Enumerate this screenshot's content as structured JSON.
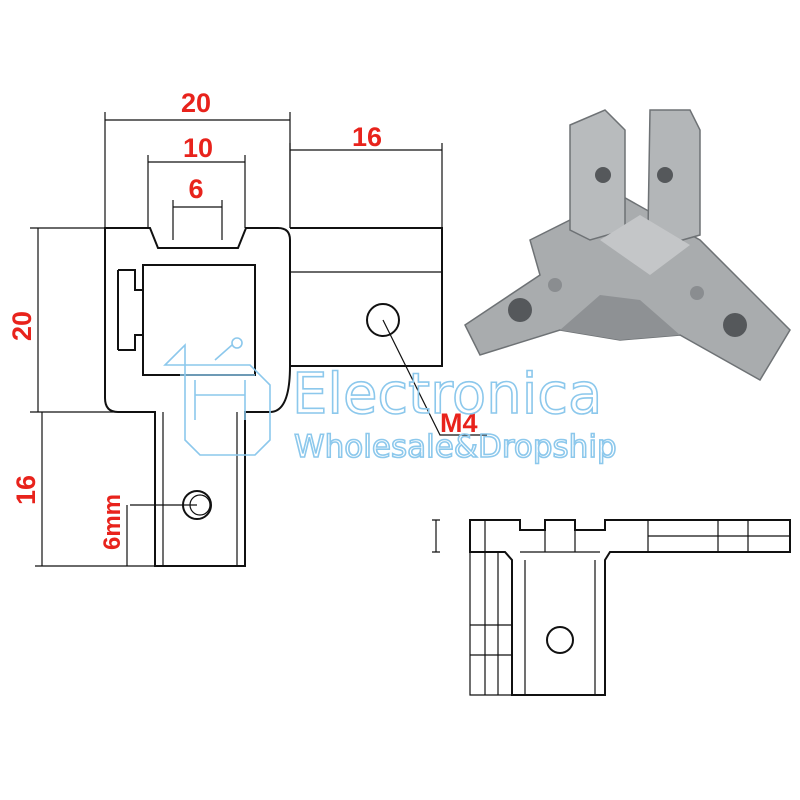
{
  "dimensions": {
    "width_total": "20",
    "slot_width": "10",
    "slot_opening": "6",
    "arm_length_right": "16",
    "height_total": "20",
    "arm_length_bottom": "16",
    "hole_offset": "6mm",
    "thread": "M4"
  },
  "watermark": {
    "brand": "Electronica",
    "tagline": "Wholesale&Dropship"
  },
  "colors": {
    "dimension_text": "#e8231c",
    "watermark": "#8cc8ec",
    "metal": "#a9acae"
  }
}
